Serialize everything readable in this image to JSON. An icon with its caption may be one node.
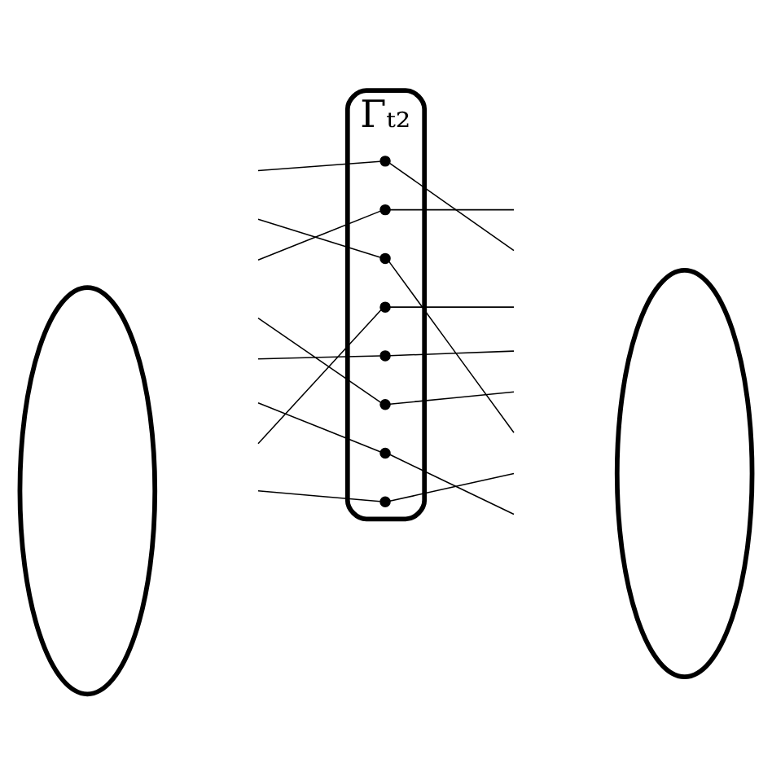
{
  "diagram": {
    "nodes": [
      {
        "text": [],
        "shape": "ellipse"
      },
      {
        "text": [
          "Γₜ₂"
        ]
      },
      {
        "text": [],
        "shape": "circle",
        "in": 1
      },
      {
        "text": [],
        "shape": "circle",
        "in": 1
      },
      {
        "text": [],
        "shape": "circle",
        "in": 1
      },
      {
        "text": [],
        "shape": "circle",
        "in": 1
      },
      {
        "text": [],
        "shape": "circle",
        "in": 1
      },
      {
        "text": [],
        "shape": "circle",
        "in": 1
      },
      {
        "text": [],
        "shape": "circle",
        "in": 1
      },
      {
        "text": [],
        "shape": "circle",
        "in": 1
      },
      {
        "text": [],
        "shape": "ellipse"
      }
    ],
    "edges": [
      {
        "from": null,
        "to": 2,
        "arrow": "none"
      },
      {
        "from": 2,
        "to": null,
        "arrow": "none"
      },
      {
        "from": null,
        "to": 3,
        "arrow": "none"
      },
      {
        "from": 3,
        "to": null,
        "arrow": "none"
      },
      {
        "from": null,
        "to": 4,
        "arrow": "none"
      },
      {
        "from": 4,
        "to": null,
        "arrow": "none"
      },
      {
        "from": null,
        "to": 5,
        "arrow": "none"
      },
      {
        "from": 5,
        "to": null,
        "arrow": "none"
      },
      {
        "from": null,
        "to": 6,
        "arrow": "none"
      },
      {
        "from": 6,
        "to": null,
        "arrow": "none"
      },
      {
        "from": null,
        "to": 7,
        "arrow": "none"
      },
      {
        "from": 7,
        "to": null,
        "arrow": "none"
      },
      {
        "from": null,
        "to": 8,
        "arrow": "none"
      },
      {
        "from": 8,
        "to": null,
        "arrow": "none"
      },
      {
        "from": null,
        "to": 9,
        "arrow": "none"
      },
      {
        "from": 9,
        "to": null,
        "arrow": "none"
      }
    ]
  }
}
